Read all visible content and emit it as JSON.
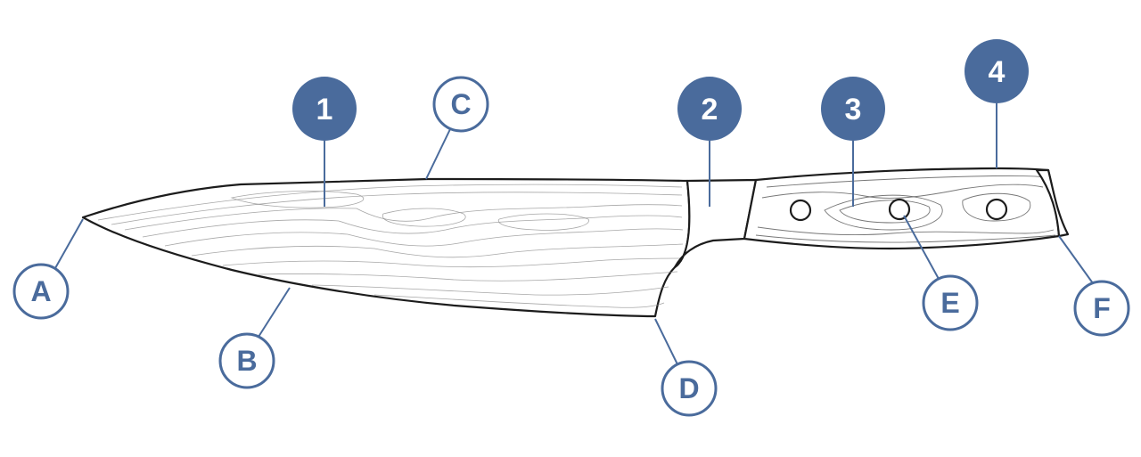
{
  "colors": {
    "accent": "#4a6b9c",
    "outline": "#1c1c1c",
    "background": "#ffffff"
  },
  "callouts": {
    "numbered": [
      {
        "id": "1",
        "label": "1"
      },
      {
        "id": "2",
        "label": "2"
      },
      {
        "id": "3",
        "label": "3"
      },
      {
        "id": "4",
        "label": "4"
      }
    ],
    "lettered": [
      {
        "id": "A",
        "label": "A"
      },
      {
        "id": "B",
        "label": "B"
      },
      {
        "id": "C",
        "label": "C"
      },
      {
        "id": "D",
        "label": "D"
      },
      {
        "id": "E",
        "label": "E"
      },
      {
        "id": "F",
        "label": "F"
      }
    ]
  }
}
